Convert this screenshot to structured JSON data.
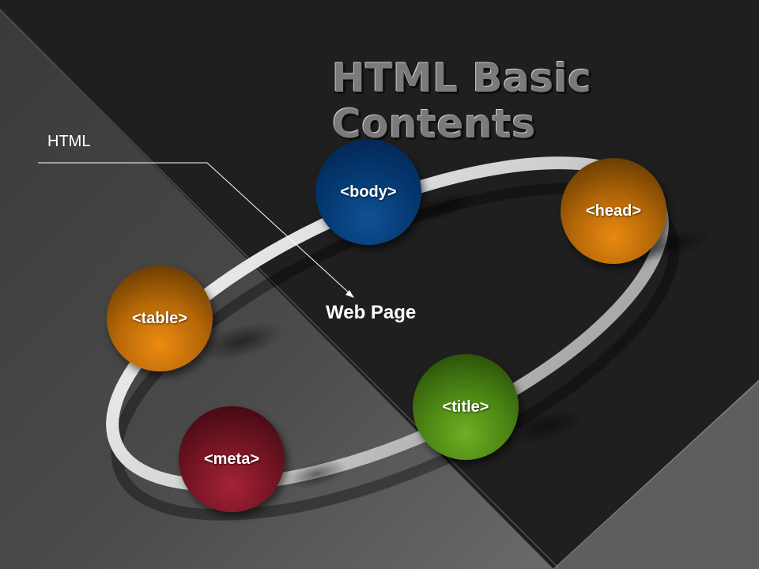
{
  "slide": {
    "title": "HTML Basic Contents",
    "side_label": "HTML",
    "center_label": "Web Page"
  },
  "nodes": {
    "body": "<body>",
    "head": "<head>",
    "table": "<table>",
    "title": "<title>",
    "meta": "<meta>"
  },
  "colors": {
    "background_dark": "#1e1e1e",
    "body_node": "#053a73",
    "head_node": "#b06506",
    "table_node": "#b66807",
    "title_node": "#4a8414",
    "meta_node": "#741523",
    "ring": "#e4e4e4",
    "title_text": "#7a7a7a"
  }
}
